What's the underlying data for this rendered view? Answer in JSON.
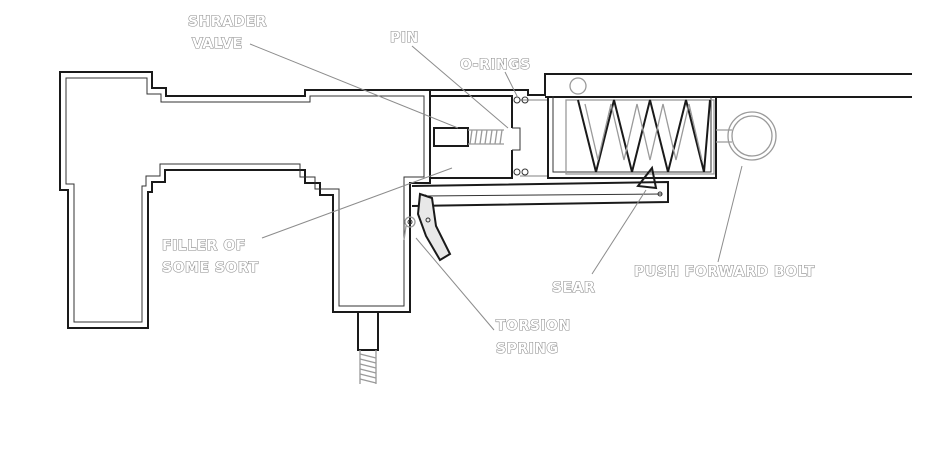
{
  "labels": {
    "shrader_line1": "SHRADER",
    "shrader_line2": "VALVE",
    "pin": "PIN",
    "orings": "O-RINGS",
    "filler_line1": "FILLER OF",
    "filler_line2": "SOME SORT",
    "sear": "SEAR",
    "push_forward_bolt": "PUSH FORWARD BOLT",
    "torsion_line1": "TORSION",
    "torsion_line2": "SPRING"
  }
}
